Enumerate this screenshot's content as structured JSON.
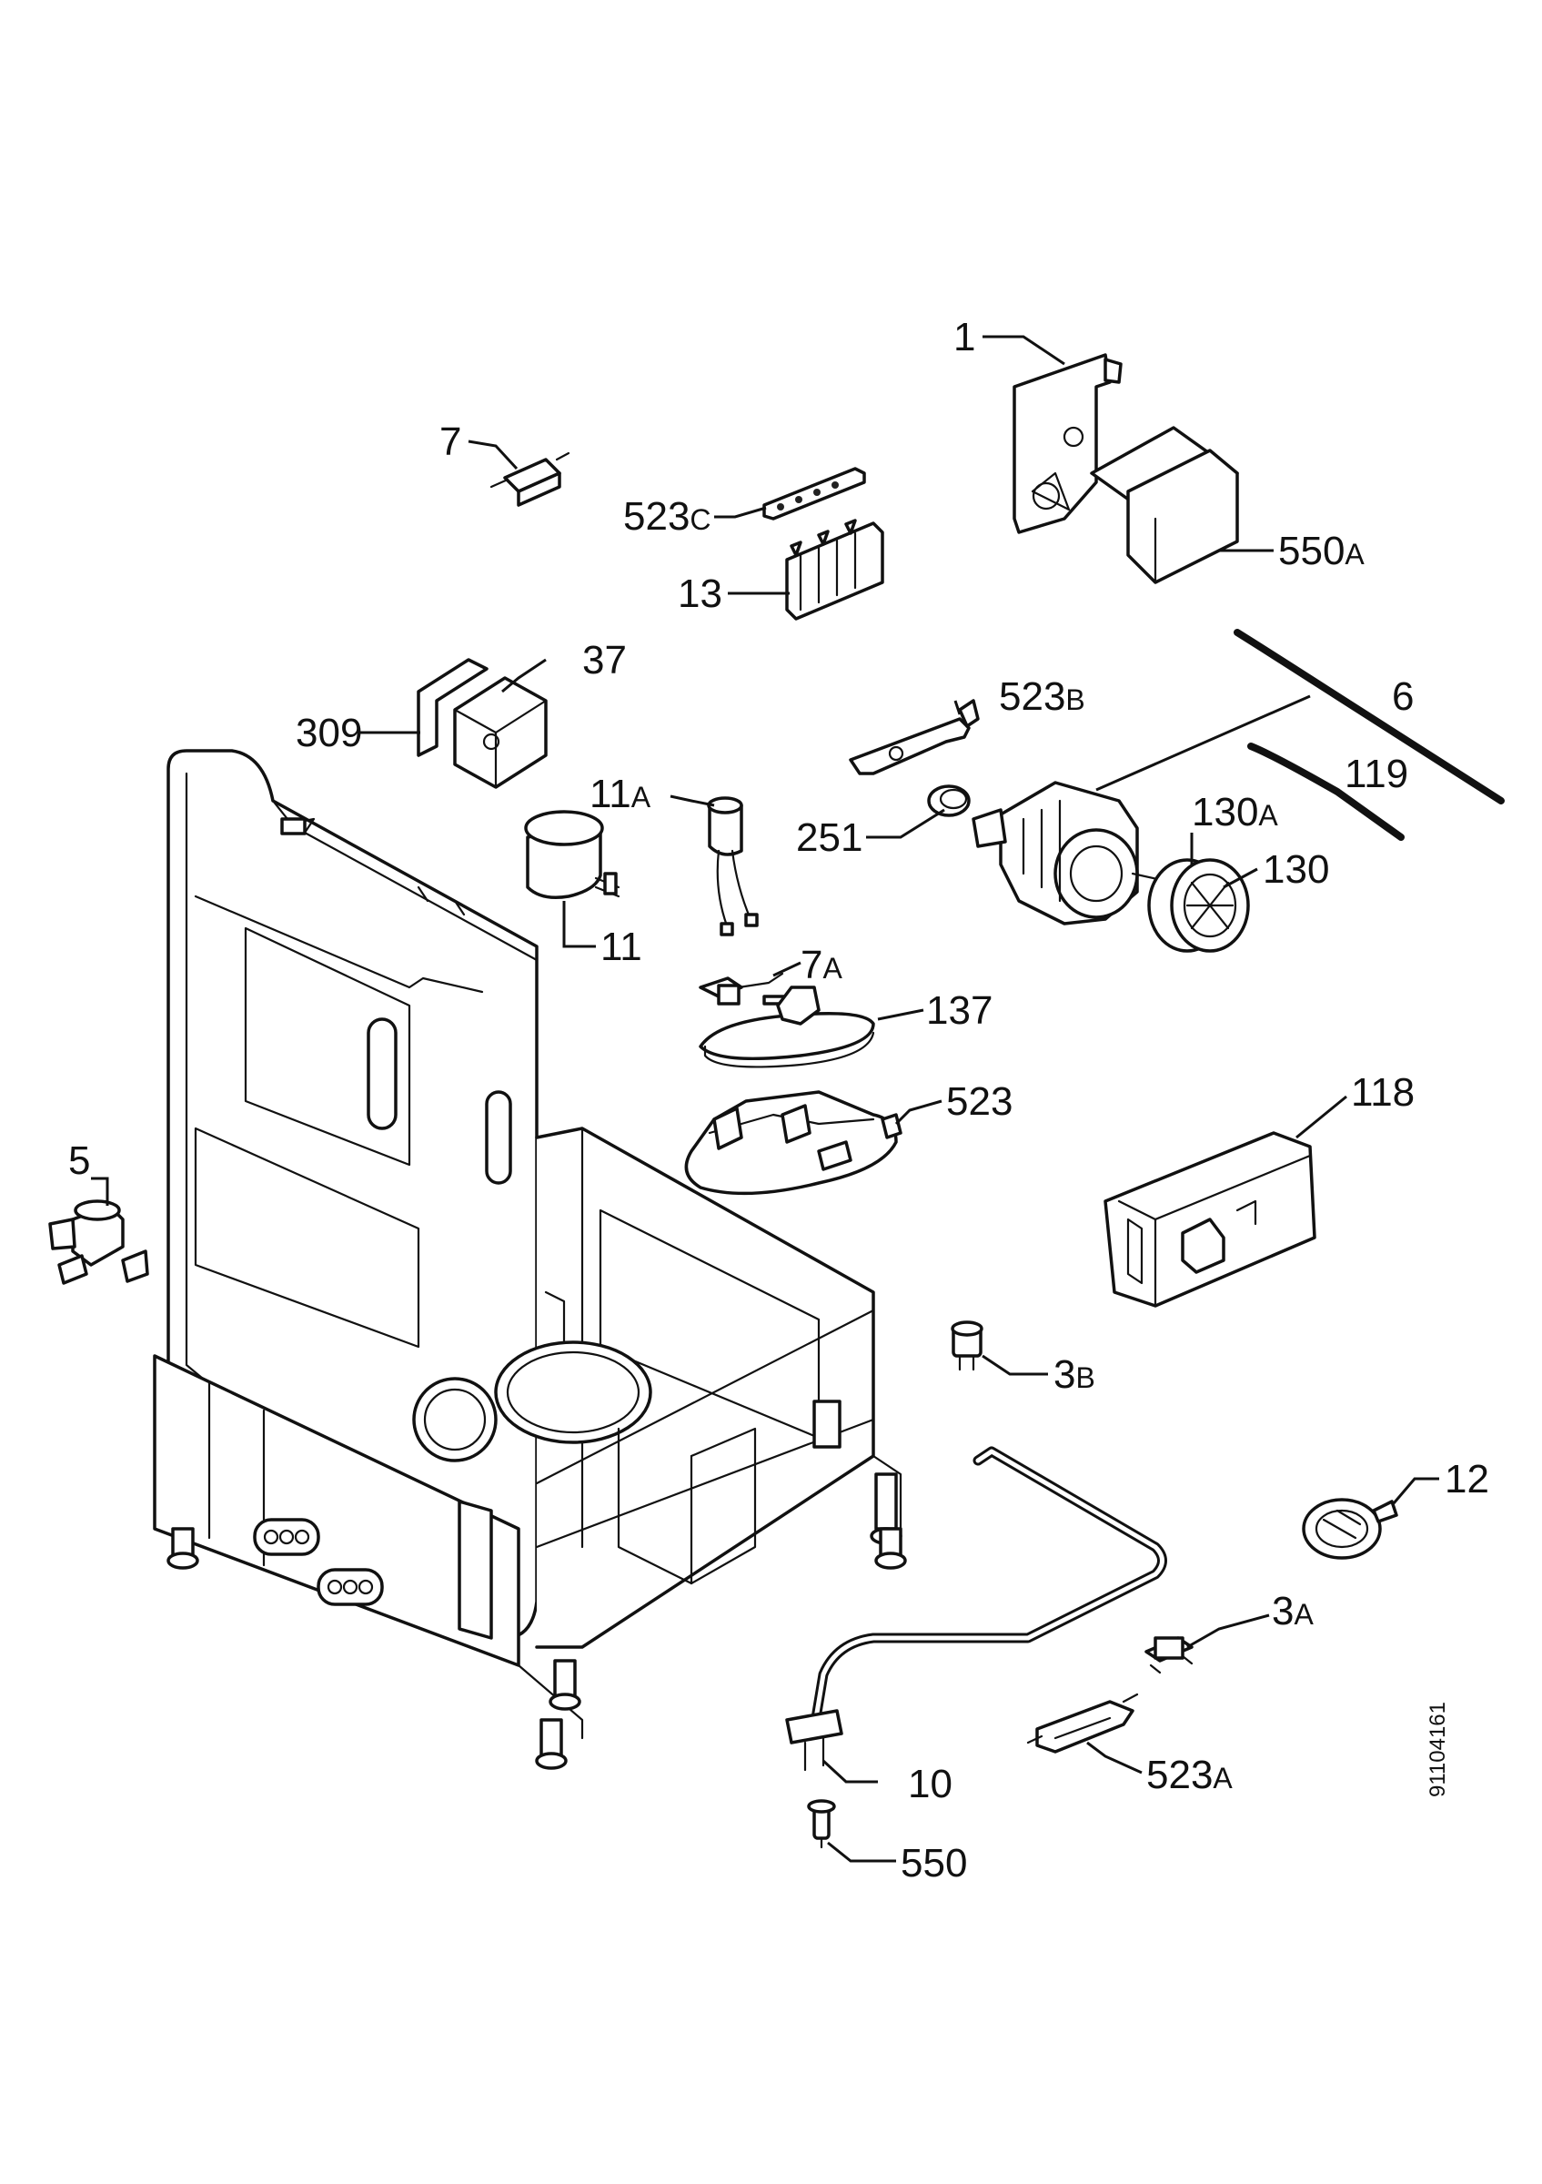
{
  "labels": {
    "p1": "1",
    "p7": "7",
    "p523c": "523",
    "p523c_s": "C",
    "p13": "13",
    "p550a": "550",
    "p550a_s": "A",
    "p37": "37",
    "p309": "309",
    "p523b": "523",
    "p523b_s": "B",
    "p6": "6",
    "p119": "119",
    "p11a": "11",
    "p11a_s": "A",
    "p251": "251",
    "p130a": "130",
    "p130a_s": "A",
    "p130": "130",
    "p11": "11",
    "p7a": "7",
    "p7a_s": "A",
    "p137": "137",
    "p523": "523",
    "p118": "118",
    "p5": "5",
    "p3b": "3",
    "p3b_s": "B",
    "p12": "12",
    "p3a": "3",
    "p3a_s": "A",
    "p10": "10",
    "p523a": "523",
    "p523a_s": "A",
    "p550": "550"
  },
  "doc_id": "91104161"
}
